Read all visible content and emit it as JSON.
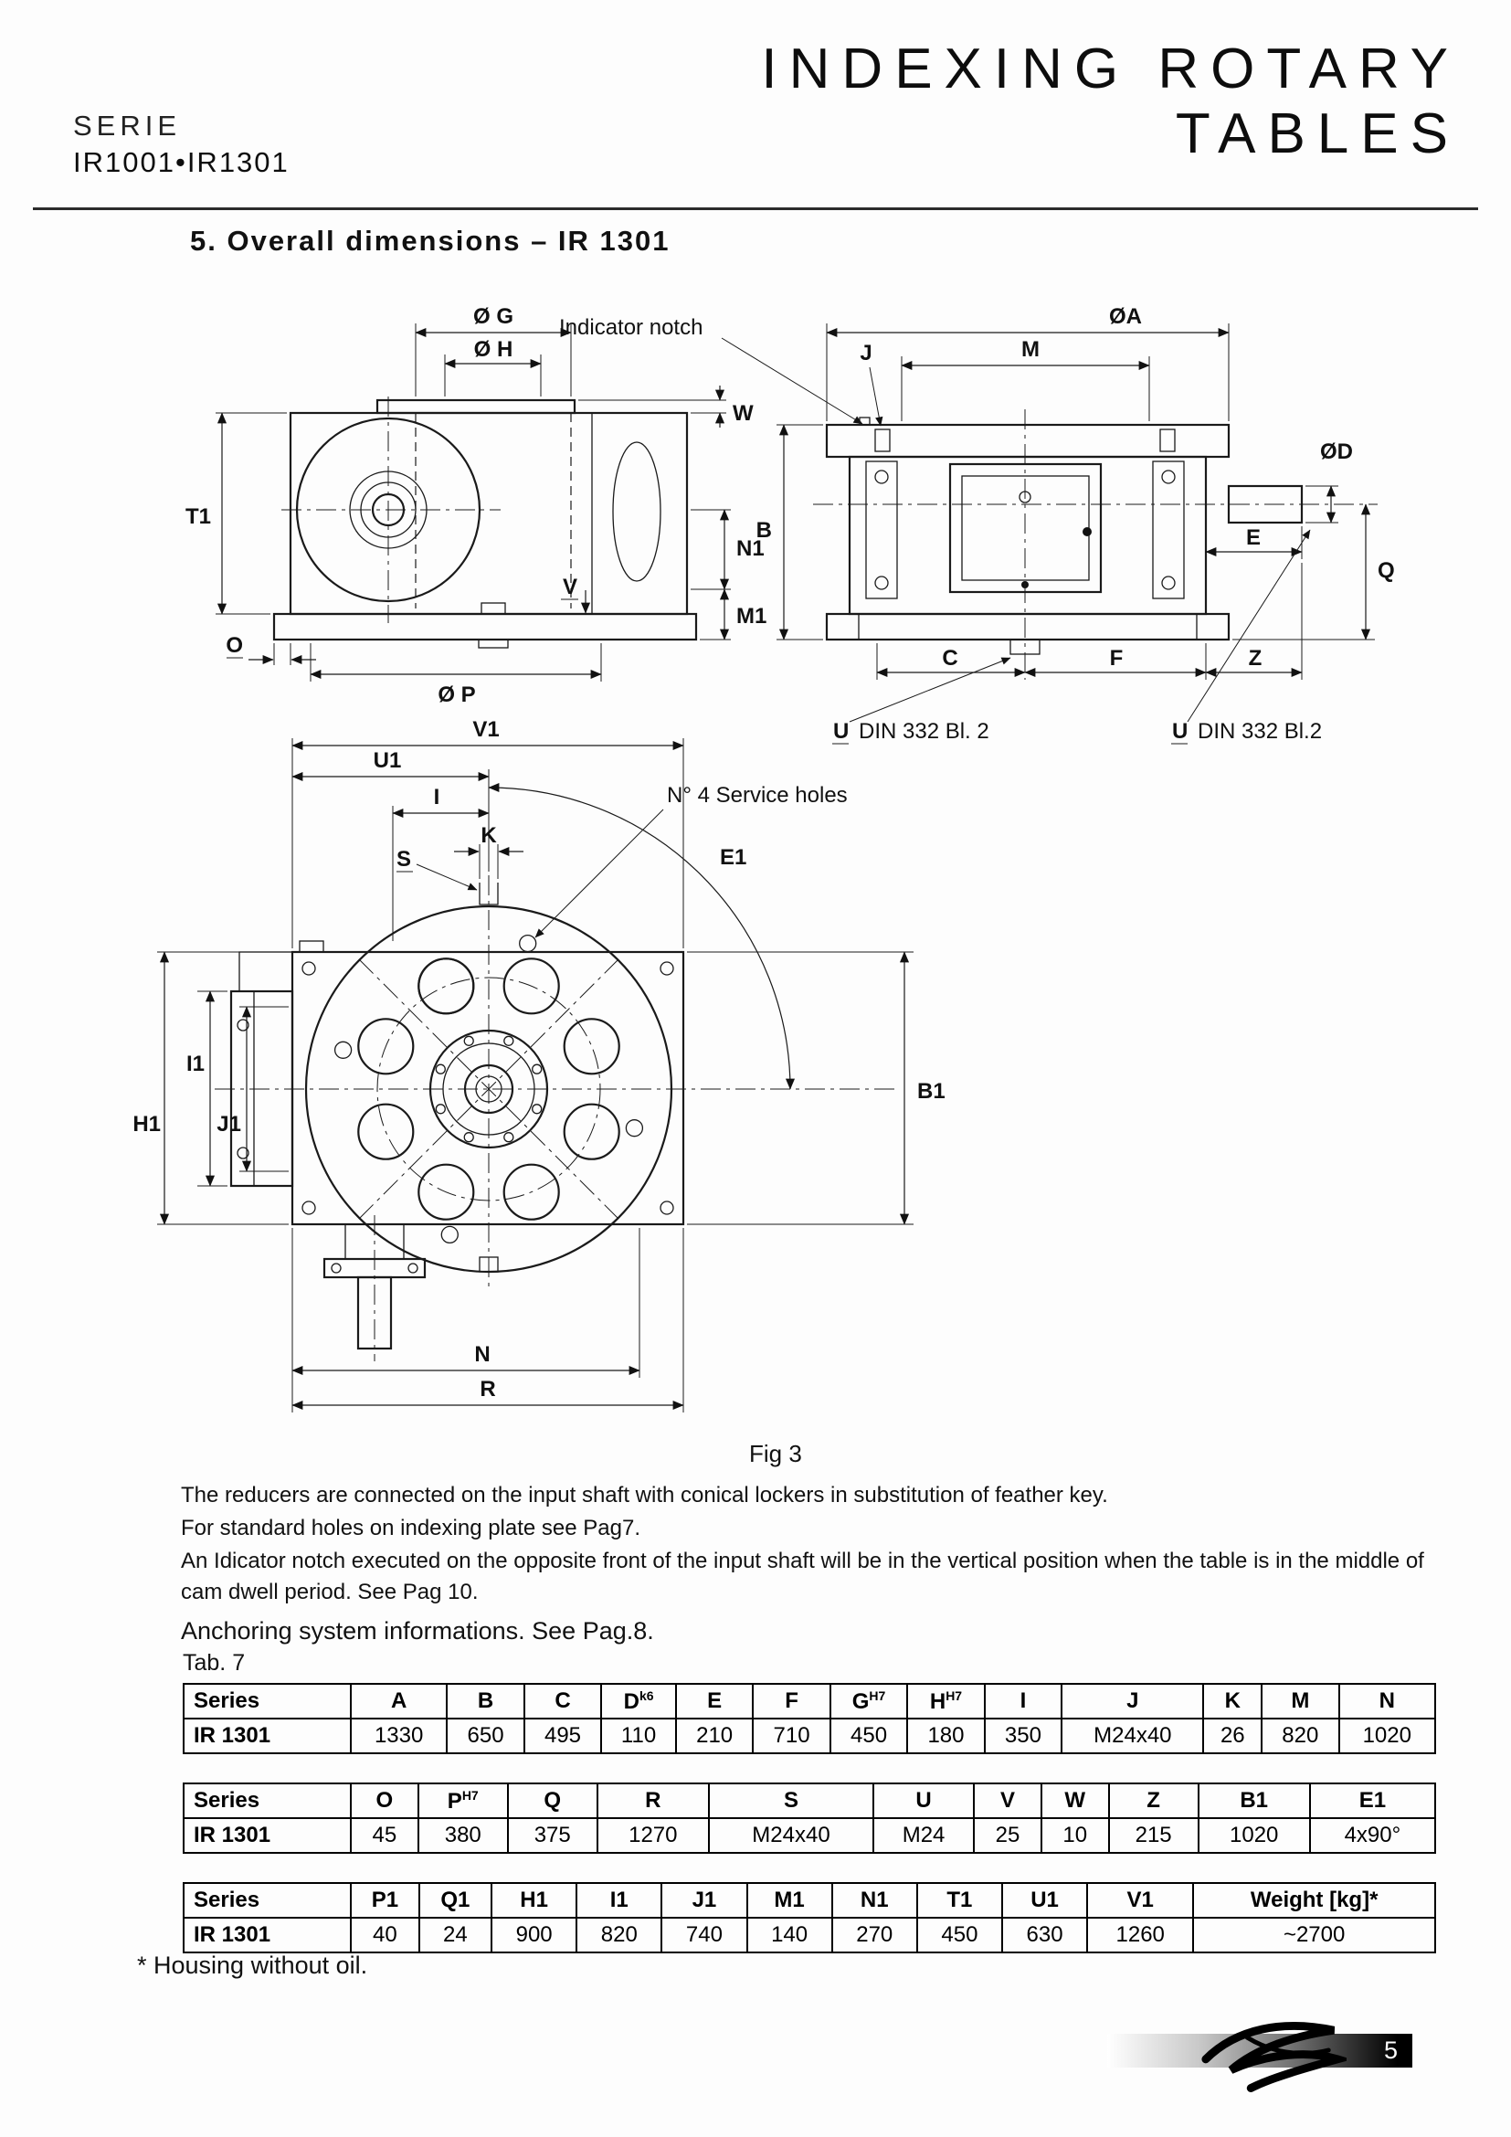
{
  "header": {
    "serie_label": "SERIE",
    "series_models": "IR1001•IR1301",
    "title_line1": "INDEXING ROTARY",
    "title_line2": "TABLES"
  },
  "section_heading": "5. Overall dimensions – IR 1301",
  "drawing": {
    "caption": "Fig 3",
    "annotations": {
      "indicator_notch": "Indicator notch",
      "service_holes": "N° 4 Service holes",
      "u_label": "U",
      "din_note_left": "DIN 332 Bl. 2",
      "din_note_right": "DIN 332 Bl.2"
    },
    "labels": {
      "og": "Ø G",
      "oh": "Ø H",
      "w": "W",
      "t1": "T1",
      "n1": "N1",
      "m1": "M1",
      "v": "V",
      "o": "O",
      "op": "Ø P",
      "oa": "ØA",
      "m": "M",
      "j": "J",
      "b": "B",
      "od": "ØD",
      "e": "E",
      "q": "Q",
      "c": "C",
      "f": "F",
      "z": "Z",
      "v1": "V1",
      "u1": "U1",
      "i": "I",
      "k": "K",
      "s": "S",
      "e1": "E1",
      "i1": "I1",
      "h1": "H1",
      "j1": "J1",
      "b1": "B1",
      "n": "N",
      "r": "R"
    }
  },
  "notes": {
    "line1": "The reducers are connected on the input shaft with conical lockers in substitution of feather key.",
    "line2": "For standard holes on indexing plate see Pag7.",
    "line3": "An Idicator notch executed on the opposite front of the input shaft will be in the vertical position when the table is in the middle of cam dwell period. See Pag 10.",
    "line4": "Anchoring system informations. See Pag.8."
  },
  "tables": {
    "label": "Tab. 7",
    "items": [
      {
        "headers": [
          {
            "t": "Series"
          },
          {
            "t": "A"
          },
          {
            "t": "B"
          },
          {
            "t": "C"
          },
          {
            "t": "D",
            "sup": "k6"
          },
          {
            "t": "E"
          },
          {
            "t": "F"
          },
          {
            "t": "G",
            "sup": "H7"
          },
          {
            "t": "H",
            "sup": "H7"
          },
          {
            "t": "I"
          },
          {
            "t": "J"
          },
          {
            "t": "K"
          },
          {
            "t": "M"
          },
          {
            "t": "N"
          }
        ],
        "rows": [
          [
            "IR 1301",
            "1330",
            "650",
            "495",
            "110",
            "210",
            "710",
            "450",
            "180",
            "350",
            "M24x40",
            "26",
            "820",
            "1020"
          ]
        ]
      },
      {
        "headers": [
          {
            "t": "Series"
          },
          {
            "t": "O"
          },
          {
            "t": "P",
            "sup": "H7"
          },
          {
            "t": "Q"
          },
          {
            "t": "R"
          },
          {
            "t": "S"
          },
          {
            "t": "U"
          },
          {
            "t": "V"
          },
          {
            "t": "W"
          },
          {
            "t": "Z"
          },
          {
            "t": "B1"
          },
          {
            "t": "E1"
          }
        ],
        "rows": [
          [
            "IR 1301",
            "45",
            "380",
            "375",
            "1270",
            "M24x40",
            "M24",
            "25",
            "10",
            "215",
            "1020",
            "4x90°"
          ]
        ]
      },
      {
        "headers": [
          {
            "t": "Series"
          },
          {
            "t": "P1"
          },
          {
            "t": "Q1"
          },
          {
            "t": "H1"
          },
          {
            "t": "I1"
          },
          {
            "t": "J1"
          },
          {
            "t": "M1"
          },
          {
            "t": "N1"
          },
          {
            "t": "T1"
          },
          {
            "t": "U1"
          },
          {
            "t": "V1"
          },
          {
            "t": "Weight",
            "suffix": " [kg]*"
          }
        ],
        "rows": [
          [
            "IR 1301",
            "40",
            "24",
            "900",
            "820",
            "740",
            "140",
            "270",
            "450",
            "630",
            "1260",
            "~2700"
          ]
        ]
      }
    ]
  },
  "footnote": "* Housing without oil.",
  "footer": {
    "page_number": "5",
    "logo": "brand-swoosh-logo"
  }
}
